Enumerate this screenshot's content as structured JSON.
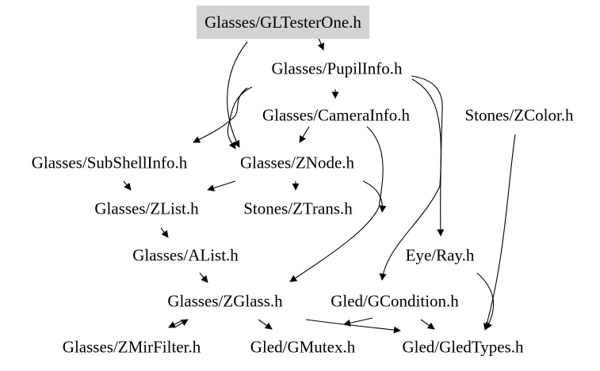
{
  "graph": {
    "root": "Glasses/GLTesterOne.h",
    "nodes": {
      "gltesterone": "Glasses/GLTesterOne.h",
      "pupilinfo": "Glasses/PupilInfo.h",
      "camerainfo": "Glasses/CameraInfo.h",
      "zcolor": "Stones/ZColor.h",
      "subshellinfo": "Glasses/SubShellInfo.h",
      "znode": "Glasses/ZNode.h",
      "zlist": "Glasses/ZList.h",
      "ztrans": "Stones/ZTrans.h",
      "alist": "Glasses/AList.h",
      "eyeray": "Eye/Ray.h",
      "zglass": "Glasses/ZGlass.h",
      "gcondition": "Gled/GCondition.h",
      "zmirfilter": "Glasses/ZMirFilter.h",
      "gmutex": "Gled/GMutex.h",
      "gledtypes": "Gled/GledTypes.h"
    },
    "edges": [
      [
        "gltesterone",
        "pupilinfo"
      ],
      [
        "gltesterone",
        "znode"
      ],
      [
        "pupilinfo",
        "camerainfo"
      ],
      [
        "pupilinfo",
        "subshellinfo"
      ],
      [
        "pupilinfo",
        "znode"
      ],
      [
        "pupilinfo",
        "eyeray"
      ],
      [
        "pupilinfo",
        "gcondition"
      ],
      [
        "camerainfo",
        "znode"
      ],
      [
        "camerainfo",
        "zglass"
      ],
      [
        "subshellinfo",
        "zlist"
      ],
      [
        "znode",
        "zlist"
      ],
      [
        "znode",
        "ztrans"
      ],
      [
        "znode",
        "zglass"
      ],
      [
        "zlist",
        "alist"
      ],
      [
        "alist",
        "zglass"
      ],
      [
        "zglass",
        "zmirfilter"
      ],
      [
        "zglass",
        "gmutex"
      ],
      [
        "zglass",
        "gledtypes"
      ],
      [
        "zmirfilter",
        "zglass"
      ],
      [
        "gcondition",
        "gmutex"
      ],
      [
        "gcondition",
        "gledtypes"
      ],
      [
        "eyeray",
        "gledtypes"
      ],
      [
        "zcolor",
        "gledtypes"
      ]
    ]
  }
}
